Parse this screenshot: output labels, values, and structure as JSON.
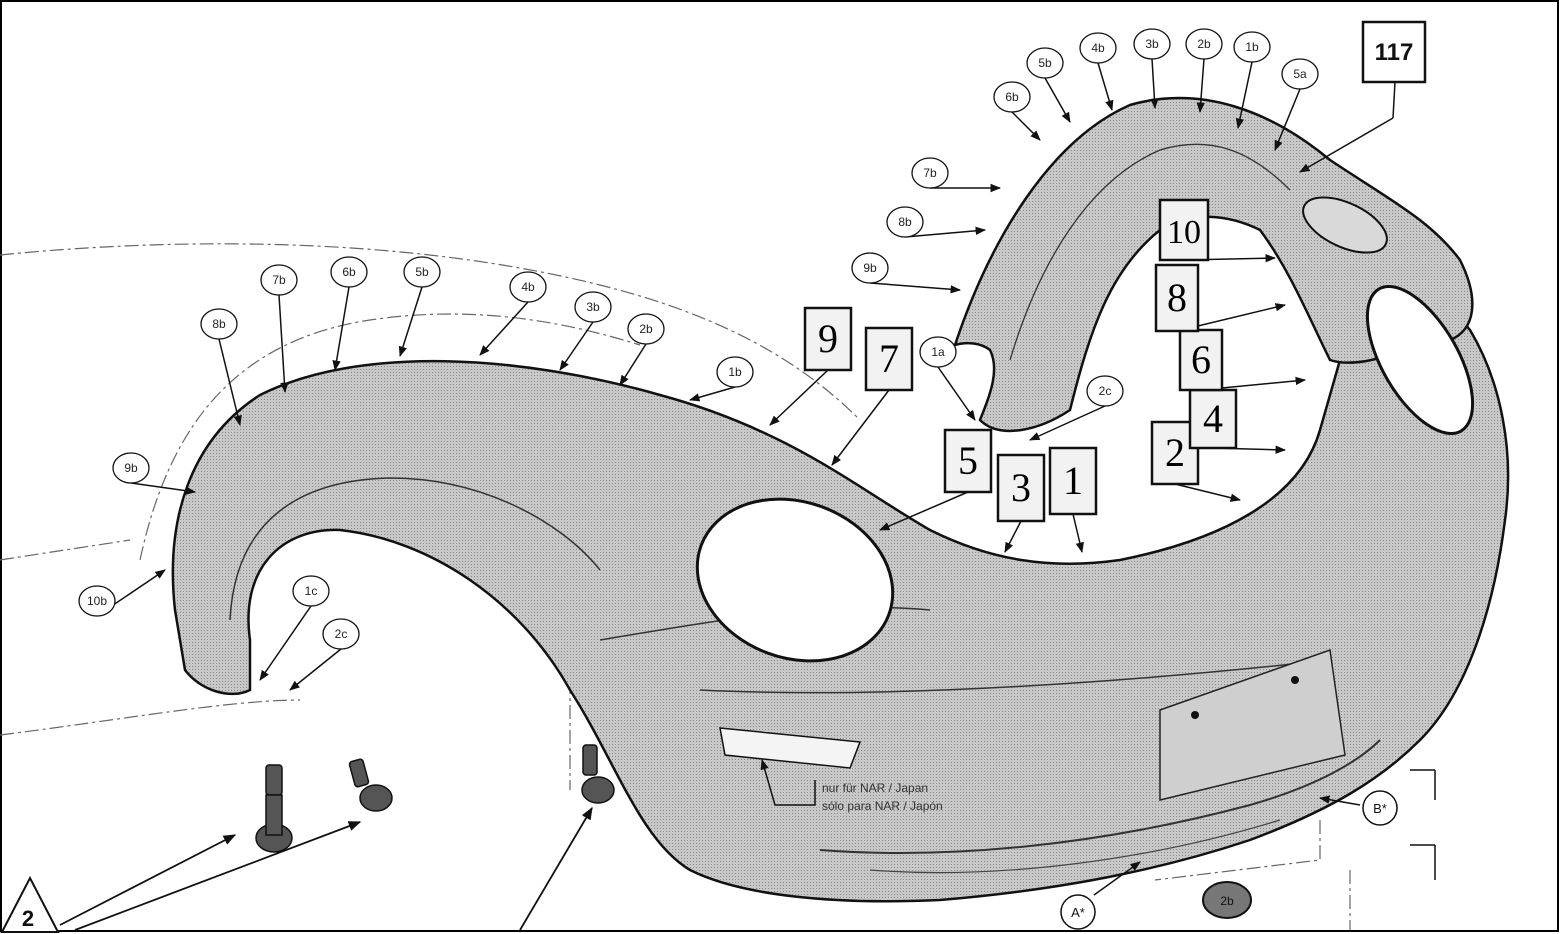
{
  "part_number_label": "117",
  "quantity_marker": "2",
  "note": {
    "line1": "nur für NAR / Japan",
    "line2": "sólo para NAR / Japón"
  },
  "reference_labels": {
    "a": "A*",
    "b": "B*"
  },
  "bottom_clip_label": "2b",
  "numbered_boxes": [
    "1",
    "2",
    "3",
    "4",
    "5",
    "6",
    "7",
    "8",
    "9",
    "10"
  ],
  "upper_fender_callouts": [
    "6b",
    "5b",
    "4b",
    "3b",
    "2b",
    "1b",
    "5a",
    "7b",
    "8b",
    "9b",
    "1a",
    "2c"
  ],
  "lower_fender_callouts": [
    "8b",
    "7b",
    "6b",
    "5b",
    "4b",
    "3b",
    "2b",
    "1b",
    "9b",
    "10b",
    "1c",
    "2c"
  ]
}
